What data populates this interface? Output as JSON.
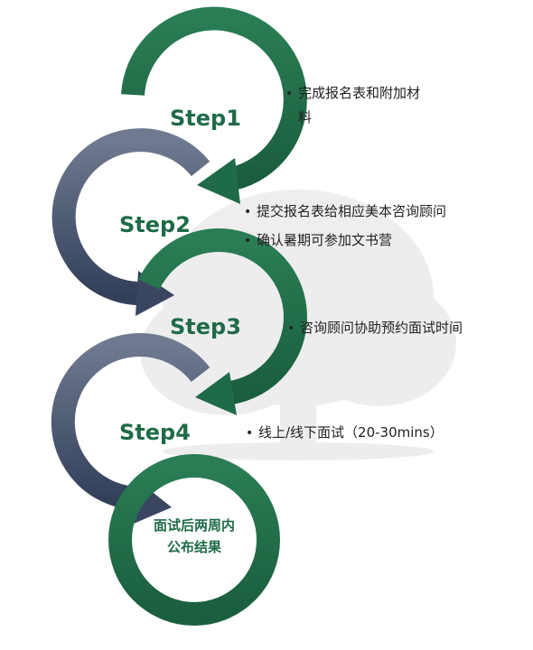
{
  "colors": {
    "green": "#1f6b47",
    "slate": "#4a5670",
    "label_green": "#1f6b47",
    "watermark": "#ececec"
  },
  "steps": [
    {
      "label": "Step1",
      "color": "green",
      "notes": [
        {
          "bullet": "•",
          "text": "完成报名表和附加材"
        },
        {
          "bullet": "",
          "text": "料"
        }
      ]
    },
    {
      "label": "Step2",
      "color": "slate",
      "notes": [
        {
          "bullet": "•",
          "text": "提交报名表给相应美本咨询顾问"
        },
        {
          "bullet": "•",
          "text": "确认暑期可参加文书营"
        }
      ]
    },
    {
      "label": "Step3",
      "color": "green",
      "notes": [
        {
          "bullet": "•",
          "text": "咨询顾问协助预约面试时间"
        }
      ]
    },
    {
      "label": "Step4",
      "color": "slate",
      "notes": [
        {
          "bullet": "•",
          "text": "线上/线下面试（20-30mins）"
        }
      ]
    }
  ],
  "final": {
    "line1": "面试后两周内",
    "line2": "公布结果",
    "color": "green"
  }
}
